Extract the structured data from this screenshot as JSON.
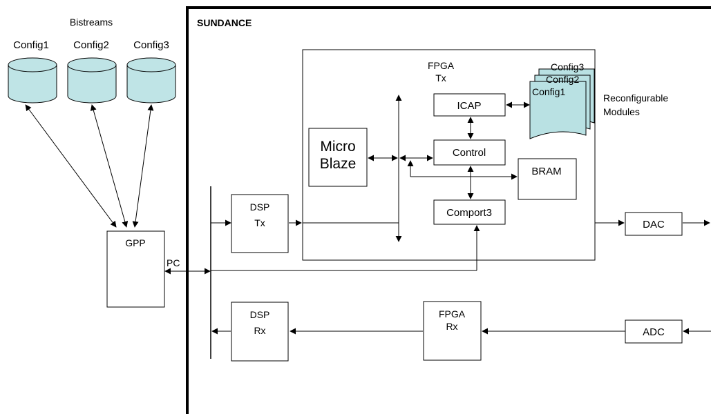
{
  "title_bitstreams": "Bistreams",
  "sundance_label": "SUNDANCE",
  "colors": {
    "cylinder": "#bfe4e6",
    "doc": "#b9e1e3",
    "stroke": "#000000"
  },
  "bitstreams": [
    "Config1",
    "Config2",
    "Config3"
  ],
  "gpp": "GPP",
  "pc": "PC",
  "fpga_tx": {
    "line1": "FPGA",
    "line2": "Tx"
  },
  "icap": "ICAP",
  "control": "Control",
  "comport": "Comport3",
  "bram": "BRAM",
  "microblaze": {
    "line1": "Micro",
    "line2": "Blaze"
  },
  "config_docs": [
    "Config3",
    "Config2",
    "Config1"
  ],
  "reconfigurable": {
    "line1": "Reconfigurable",
    "line2": "Modules"
  },
  "dsp_tx": {
    "line1": "DSP",
    "line2": "Tx"
  },
  "dsp_rx": {
    "line1": "DSP",
    "line2": "Rx"
  },
  "fpga_rx": {
    "line1": "FPGA",
    "line2": "Rx"
  },
  "dac": "DAC",
  "adc": "ADC"
}
